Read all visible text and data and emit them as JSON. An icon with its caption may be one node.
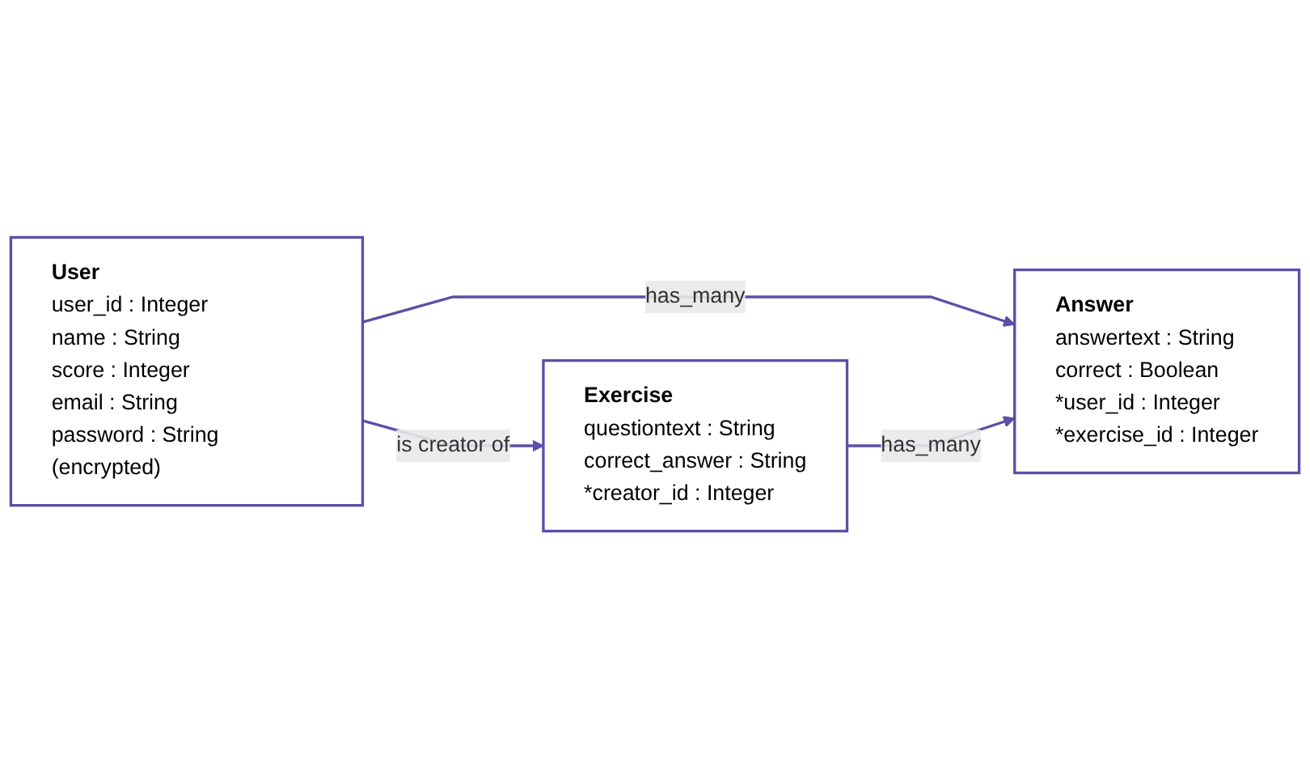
{
  "diagram": {
    "nodes": [
      {
        "text": [
          "User",
          "user_id : Integer",
          "name : String",
          "score : Integer",
          "email : String",
          "password : String (encrypted)"
        ]
      },
      {
        "text": [
          "Exercise",
          "questiontext : String",
          "correct_answer : String",
          "*creator_id : Integer"
        ]
      },
      {
        "text": [
          "Answer",
          "answertext : String",
          "correct : Boolean",
          "*user_id : Integer",
          "*exercise_id : Integer"
        ]
      }
    ],
    "edges": [
      {
        "from": 0,
        "to": 1,
        "arrow": "to",
        "label": "is creator of"
      },
      {
        "from": 0,
        "to": 2,
        "arrow": "to",
        "label": "has_many"
      },
      {
        "from": 1,
        "to": 2,
        "arrow": "to",
        "label": "has_many"
      }
    ]
  }
}
